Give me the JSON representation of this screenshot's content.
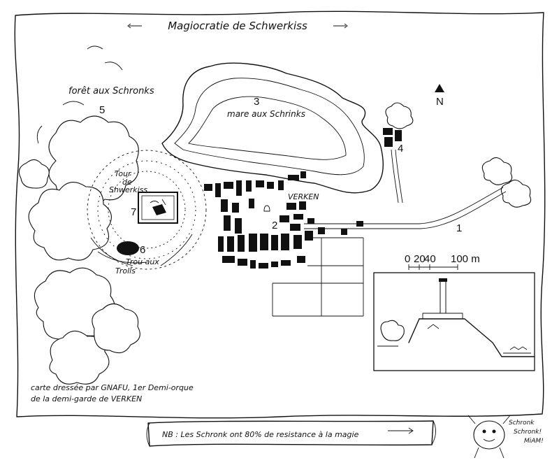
{
  "title": "Magiocratie de Schwerkiss",
  "places": {
    "forest": {
      "label": "forêt aux Schronks",
      "number": "5"
    },
    "pond": {
      "label": "mare aux Schrinks",
      "number": "3"
    },
    "tower": {
      "label_line1": "Tour",
      "label_line2": "de",
      "label_line3": "Shwerkiss",
      "number": "7"
    },
    "town": {
      "label": "VERKEN",
      "number": "2"
    },
    "trolls_hole": {
      "label_line1": "Trou aux",
      "label_line2": "Trolls",
      "number": "6"
    },
    "farm": {
      "number": "4"
    },
    "road": {
      "number": "1"
    }
  },
  "north_arrow": {
    "label": "N",
    "icon": "north-arrow-icon"
  },
  "scale": {
    "ticks": [
      "0",
      "20",
      "40",
      "100 m"
    ]
  },
  "credits": {
    "line1": "carte dressée par GNAFU, 1er Demi-orque",
    "line2": "de la demi-garde de VERKEN"
  },
  "note": "NB : Les Schronk ont 80% de resistance à la magie",
  "creature_speech": {
    "line1": "Schronk",
    "line2": "Schronk!",
    "line3": "MiAM!"
  }
}
